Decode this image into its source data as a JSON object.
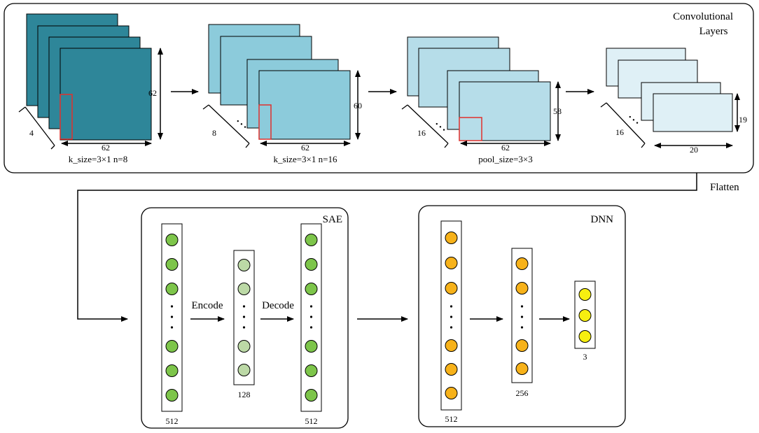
{
  "conv": {
    "title_line1": "Convolutional",
    "title_line2": "Layers",
    "stage1": {
      "height": "62",
      "width": "62",
      "depth": "4",
      "caption": "k_size=3×1 n=8",
      "color": "#2e8699"
    },
    "stage2": {
      "height": "60",
      "width": "62",
      "depth": "8",
      "caption": "k_size=3×1 n=16",
      "color": "#8ccbdb"
    },
    "stage3": {
      "height": "58",
      "width": "62",
      "depth": "16",
      "caption": "pool_size=3×3",
      "color": "#b6dde9"
    },
    "stage4": {
      "height": "19",
      "width": "20",
      "depth": "16",
      "color": "#dff0f6"
    },
    "kernel_color": "#e0302c"
  },
  "flatten_label": "Flatten",
  "sae": {
    "title": "SAE",
    "encode_label": "Encode",
    "decode_label": "Decode",
    "layer1_size": "512",
    "layer2_size": "128",
    "layer3_size": "512",
    "node_color_outer": "#7dc54a",
    "node_color_inner": "#bcd9a6"
  },
  "dnn": {
    "title": "DNN",
    "layer1_size": "512",
    "layer2_size": "256",
    "layer3_size": "3",
    "node_color_hidden": "#f7b21a",
    "node_color_output": "#f7ef10"
  }
}
